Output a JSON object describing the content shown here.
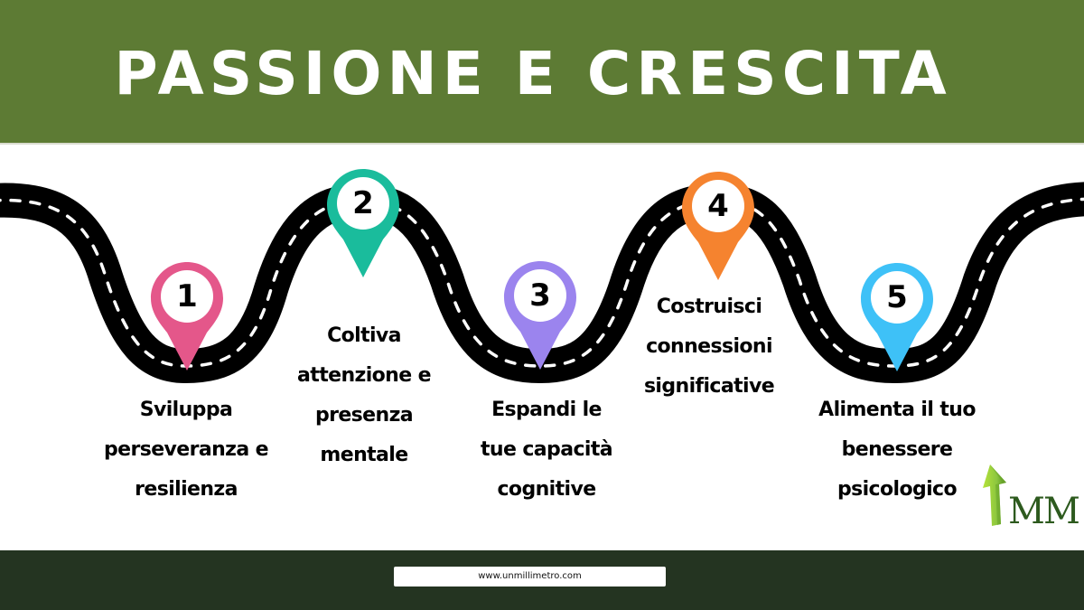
{
  "header": {
    "title": "PASSIONE E CRESCITA",
    "background": "#5d7b34"
  },
  "steps": [
    {
      "number": "1",
      "color": "#e4578a",
      "text_lines": [
        "Sviluppa",
        "perseveranza e",
        "resilienza"
      ]
    },
    {
      "number": "2",
      "color": "#1abc9c",
      "text_lines": [
        "Coltiva",
        "attenzione e",
        "presenza",
        "mentale"
      ]
    },
    {
      "number": "3",
      "color": "#9b84ee",
      "text_lines": [
        "Espandi le",
        "tue capacità",
        "cognitive"
      ]
    },
    {
      "number": "4",
      "color": "#f5832f",
      "text_lines": [
        "Costruisci",
        "connessioni",
        "significative"
      ]
    },
    {
      "number": "5",
      "color": "#3ec1f7",
      "text_lines": [
        "Alimenta il tuo",
        "benessere",
        "psicologico"
      ]
    }
  ],
  "logo": {
    "text": "MM",
    "icon": "green-up-arrow-icon"
  },
  "footer": {
    "url": "www.unmillimetro.com",
    "background": "#243421"
  }
}
